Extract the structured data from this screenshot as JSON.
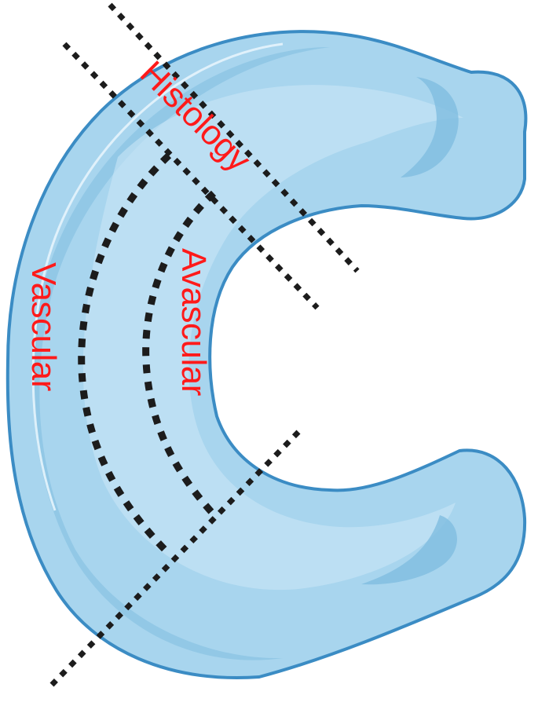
{
  "labels": {
    "histology": "Histology",
    "avascular": "Avascular",
    "vascular": "Vascular"
  },
  "colors": {
    "meniscus_fill": "#a8d5ee",
    "meniscus_outline": "#3b8cc4",
    "meniscus_shade": "#7fbde0",
    "meniscus_highlight": "#c9e6f6",
    "dashed_lines": "#1c1c1c",
    "label_text": "#ff1a1a"
  }
}
